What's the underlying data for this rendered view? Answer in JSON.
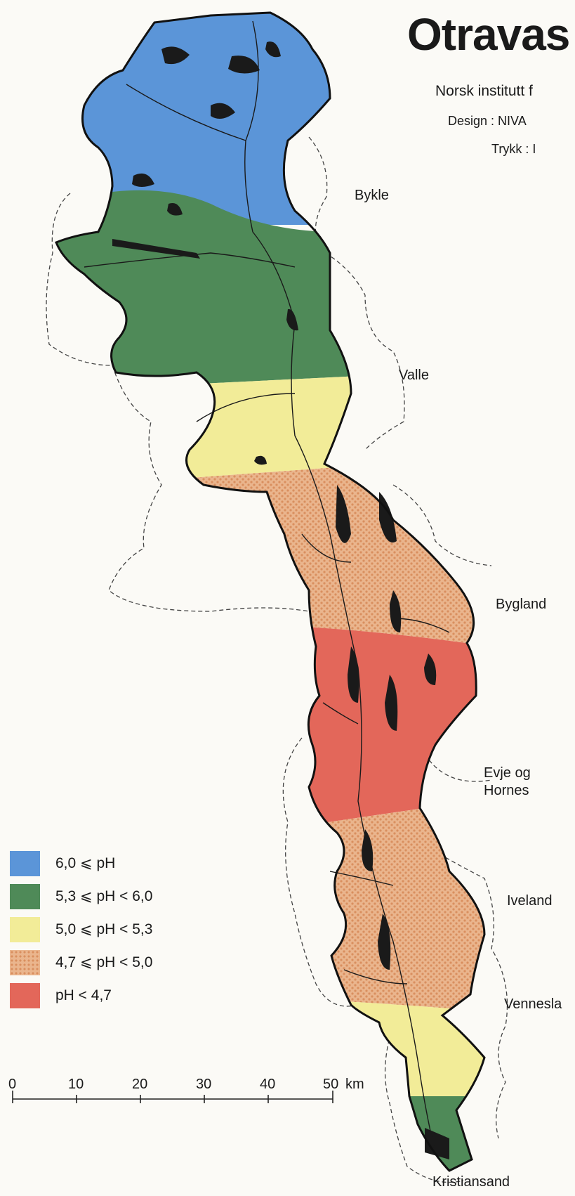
{
  "title": "Otravas",
  "credits": {
    "line1": "Norsk institutt f",
    "line2": "Design : NIVA",
    "line3": "Trykk : I"
  },
  "places": {
    "bykle": "Bykle",
    "valle": "Valle",
    "bygland": "Bygland",
    "evje_line1": "Evje og",
    "evje_line2": "Hornes",
    "iveland": "Iveland",
    "vennesla": "Vennesla",
    "kristiansand": "Kristiansand"
  },
  "legend": [
    {
      "label": "6,0 ⩽ pH",
      "color": "#5b95d8"
    },
    {
      "label": "5,3 ⩽ pH < 6,0",
      "color": "#4f8a58"
    },
    {
      "label": "5,0 ⩽ pH < 5,3",
      "color": "#f2ec98"
    },
    {
      "label": "4,7 ⩽ pH < 5,0",
      "color": "#eab58d",
      "pattern": "dotted"
    },
    {
      "label": "pH < 4,7",
      "color": "#e3675a"
    }
  ],
  "scale": {
    "ticks": [
      "0",
      "10",
      "20",
      "30",
      "40",
      "50"
    ],
    "unit": "km"
  }
}
